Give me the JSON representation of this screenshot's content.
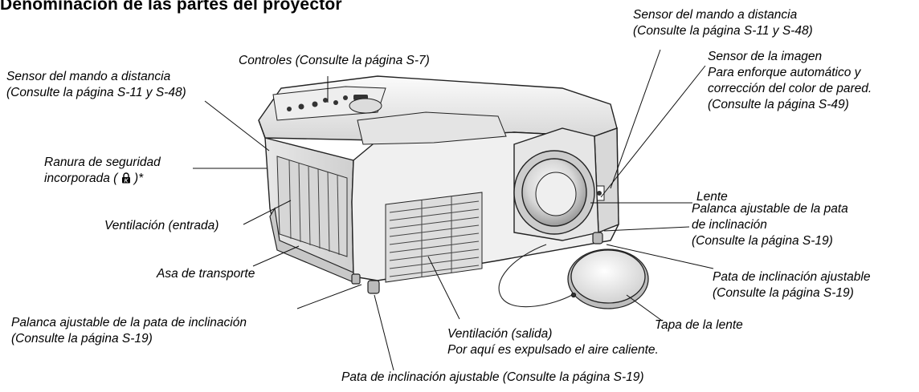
{
  "title": "Denominación de las partes del proyector",
  "labels": {
    "remote_sensor_right": [
      "Sensor del mando a distancia",
      "(Consulte la página S-11 y S-48)"
    ],
    "image_sensor": [
      "Sensor de la imagen",
      "Para enforque automático y",
      "corrección del color de pared.",
      "(Consulte la página S-49)"
    ],
    "controls": [
      "Controles (Consulte la página S-7)"
    ],
    "remote_sensor_left": [
      "Sensor del mando a distancia",
      "(Consulte la página S-11 y S-48)"
    ],
    "security_slot": [
      "Ranura de seguridad",
      "incorporada ( ",
      " )*"
    ],
    "vent_in": [
      "Ventilación (entrada)"
    ],
    "lens": [
      "Lente"
    ],
    "tilt_lever_right": [
      "Palanca ajustable de la pata",
      "de inclinación",
      "(Consulte la página S-19)"
    ],
    "handle": [
      "Asa de transporte"
    ],
    "tilt_foot_right": [
      "Pata de inclinación ajustable",
      "(Consulte la página S-19)"
    ],
    "tilt_lever_left": [
      "Palanca ajustable de la pata de inclinación",
      "(Consulte la página S-19)"
    ],
    "lens_cap": [
      "Tapa de la lente"
    ],
    "vent_out": [
      "Ventilación (salida)",
      "Por aquí es expulsado el aire caliente."
    ],
    "tilt_foot_bottom": [
      "Pata de inclinación ajustable (Consulte la página S-19)"
    ]
  },
  "icons": {
    "lock": "kensington-lock-icon"
  }
}
